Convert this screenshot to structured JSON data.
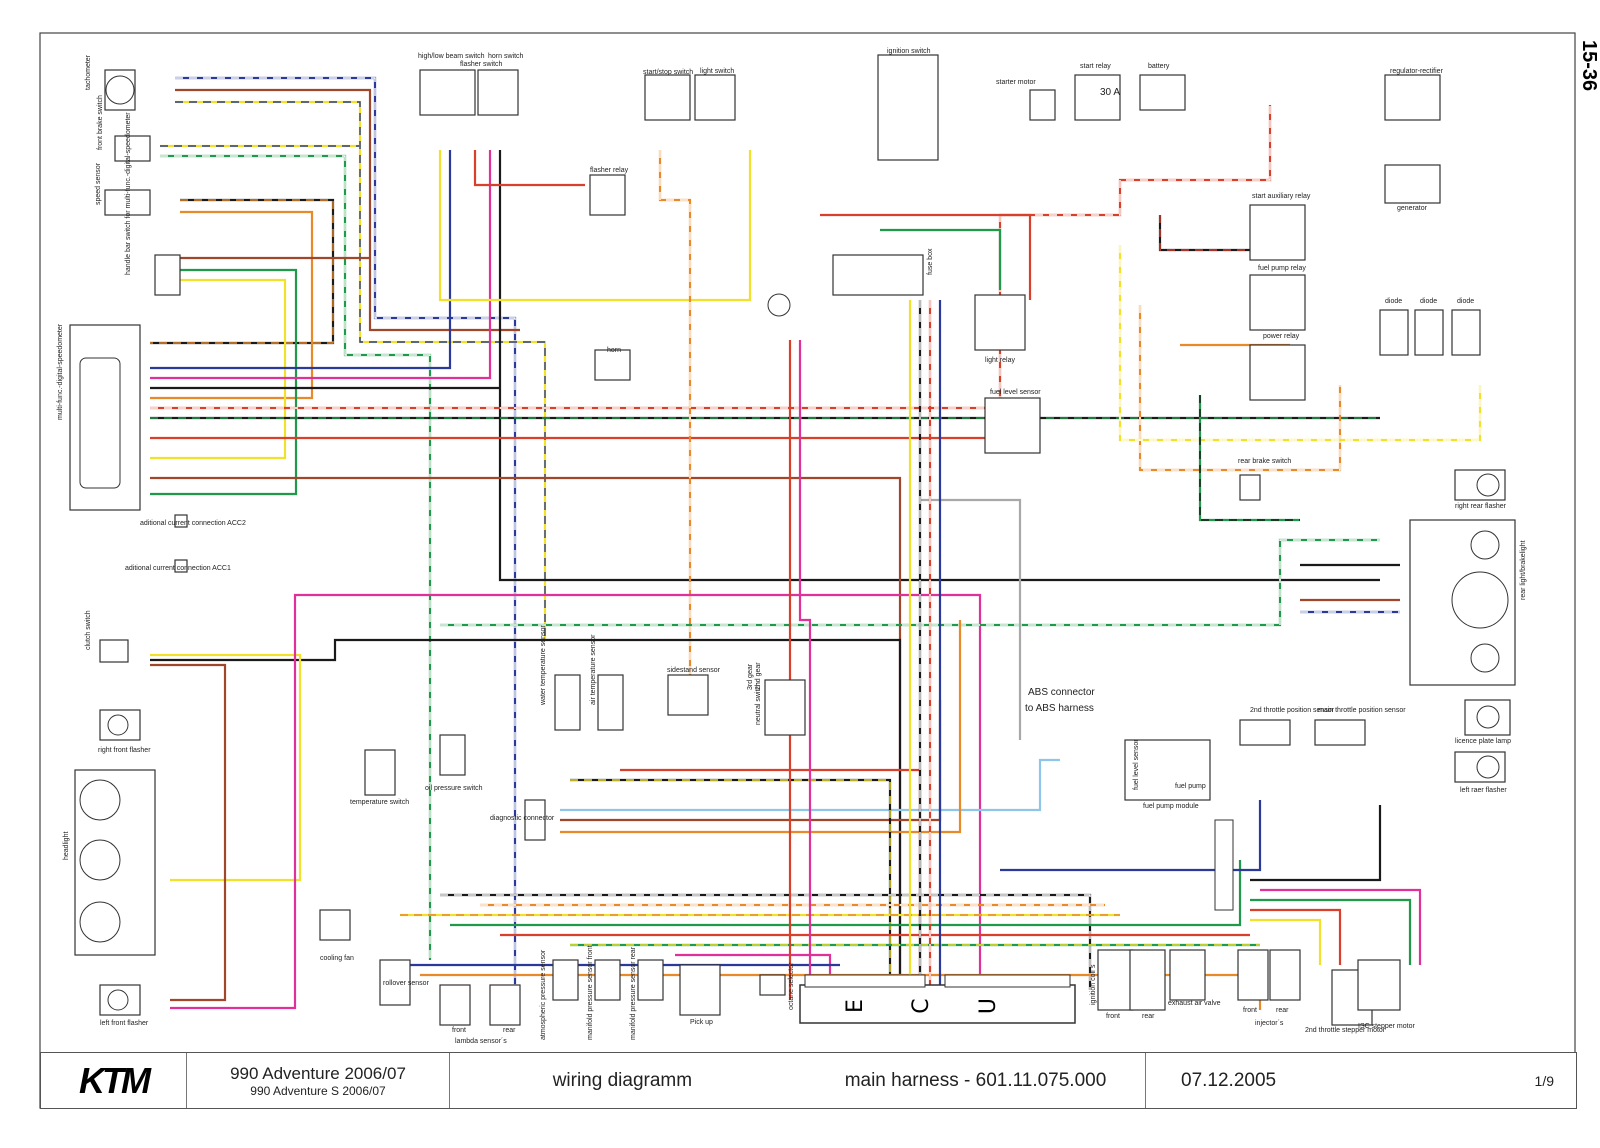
{
  "colors": {
    "blue": "#2b3a9a",
    "red": "#d8402c",
    "brown": "#a0462a",
    "yellow": "#f2e12b",
    "green": "#1f9a4a",
    "orange": "#e8892a",
    "black": "#1a1a1a",
    "pink": "#e0309a",
    "gray": "#a8a8a8",
    "lightblue": "#8ec5e8",
    "frame": "#444444"
  },
  "sheet_ref": "15-36",
  "components": [
    {
      "id": "tachometer",
      "label": "tachometer"
    },
    {
      "id": "front-brake-switch",
      "label": "front brake switch"
    },
    {
      "id": "speed-sensor",
      "label": "speed sensor"
    },
    {
      "id": "handle-bar-switch",
      "label": "handle bar switch for multi-func.-digital-speedometer"
    },
    {
      "id": "speedometer",
      "label": "multi-func.-digital-speedometer"
    },
    {
      "id": "acc2",
      "label": "aditional current connection ACC2"
    },
    {
      "id": "acc1",
      "label": "aditional current connection ACC1"
    },
    {
      "id": "clutch-switch",
      "label": "clutch switch"
    },
    {
      "id": "right-front-flasher",
      "label": "right front flasher"
    },
    {
      "id": "headlight",
      "label": "headlight"
    },
    {
      "id": "left-front-flasher",
      "label": "left front flasher"
    },
    {
      "id": "cooling-fan",
      "label": "cooling fan"
    },
    {
      "id": "temperature-switch",
      "label": "temperature switch"
    },
    {
      "id": "oil-pressure-switch",
      "label": "oil pressure switch"
    },
    {
      "id": "high-low-beam-switch",
      "label": "high/low beam switch"
    },
    {
      "id": "horn-switch",
      "label": "horn switch"
    },
    {
      "id": "flasher-switch",
      "label": "flasher switch"
    },
    {
      "id": "flasher-relay",
      "label": "flasher relay"
    },
    {
      "id": "horn",
      "label": "horn"
    },
    {
      "id": "start-stop-switch",
      "label": "start/stop switch"
    },
    {
      "id": "light-switch",
      "label": "light switch"
    },
    {
      "id": "ignition-switch",
      "label": "ignition switch"
    },
    {
      "id": "fuse-box",
      "label": "fuse box"
    },
    {
      "id": "starter-motor",
      "label": "starter motor"
    },
    {
      "id": "start-relay",
      "label": "start relay"
    },
    {
      "id": "battery",
      "label": "battery"
    },
    {
      "id": "regulator-rectifier",
      "label": "regulator-rectifier"
    },
    {
      "id": "generator",
      "label": "generator"
    },
    {
      "id": "start-auxiliary-relay",
      "label": "start auxiliary relay"
    },
    {
      "id": "fuel-pump-relay",
      "label": "fuel pump relay"
    },
    {
      "id": "power-relay",
      "label": "power relay"
    },
    {
      "id": "diode-1",
      "label": "diode"
    },
    {
      "id": "diode-2",
      "label": "diode"
    },
    {
      "id": "diode-3",
      "label": "diode"
    },
    {
      "id": "light-relay",
      "label": "light relay"
    },
    {
      "id": "fuel-level-sensor",
      "label": "fuel level sensor"
    },
    {
      "id": "rear-brake-switch",
      "label": "rear brake switch"
    },
    {
      "id": "right-rear-flasher",
      "label": "right rear flasher"
    },
    {
      "id": "rear-light",
      "label": "rear light/brakelight"
    },
    {
      "id": "licence-plate-lamp",
      "label": "licence plate lamp"
    },
    {
      "id": "left-rear-flasher",
      "label": "left raer flasher"
    },
    {
      "id": "fuel-pump-module",
      "label": "fuel pump module"
    },
    {
      "id": "second-throttle-sensor",
      "label": "2nd throttle position sensor"
    },
    {
      "id": "main-throttle-sensor",
      "label": "main throttle position sensor"
    },
    {
      "id": "diagnostic-connector",
      "label": "diagnostic connector"
    },
    {
      "id": "water-temp-sensor",
      "label": "water temperature sensor"
    },
    {
      "id": "air-temp-sensor",
      "label": "air temperature sensor"
    },
    {
      "id": "sidestand-sensor",
      "label": "sidestand sensor"
    },
    {
      "id": "neutral-switch",
      "label": "neutral switch"
    },
    {
      "id": "rollover-sensor",
      "label": "rollover sensor"
    },
    {
      "id": "lambda-front",
      "label": "front"
    },
    {
      "id": "lambda-rear",
      "label": "rear"
    },
    {
      "id": "atmospheric-sensor",
      "label": "atmospheric pressure sensor"
    },
    {
      "id": "manifold-front",
      "label": "manifold pressure sensor front"
    },
    {
      "id": "manifold-rear",
      "label": "manifold pressure sensor rear"
    },
    {
      "id": "pick-up",
      "label": "Pick up"
    },
    {
      "id": "octane-selector",
      "label": "octane selector"
    },
    {
      "id": "ignition-coil-front",
      "label": "front"
    },
    {
      "id": "ignition-coil-rear",
      "label": "rear"
    },
    {
      "id": "exhaust-air-valve",
      "label": "exhaust air valve"
    },
    {
      "id": "injector-front",
      "label": "front"
    },
    {
      "id": "injector-rear",
      "label": "rear"
    },
    {
      "id": "second-throttle-stepper",
      "label": "2nd throttle stepper motor"
    },
    {
      "id": "isc-stepper",
      "label": "ISC stepper motor"
    }
  ],
  "annotations": {
    "lambda_group": "lambda sensor´s",
    "ignition_coils": "ignition coil´s",
    "injectors": "injector´s",
    "abs_connector": "ABS connector",
    "abs_harness": "to ABS harness",
    "gear3": "3rd gear",
    "gear2": "2nd gear",
    "fuel_level_inner": "fuel level sensor",
    "fuel_pump_inner": "fuel pump",
    "relay_rating": "30 A",
    "ecu_letters": [
      "E",
      "C",
      "U"
    ]
  },
  "title_block": {
    "logo": "KTM",
    "model": "990 Adventure 2006/07",
    "model_s": "990 Adventure S 2006/07",
    "doc_type": "wiring diagramm",
    "harness": "main harness -  601.11.075.000",
    "date": "07.12.2005",
    "page": "1/9"
  }
}
